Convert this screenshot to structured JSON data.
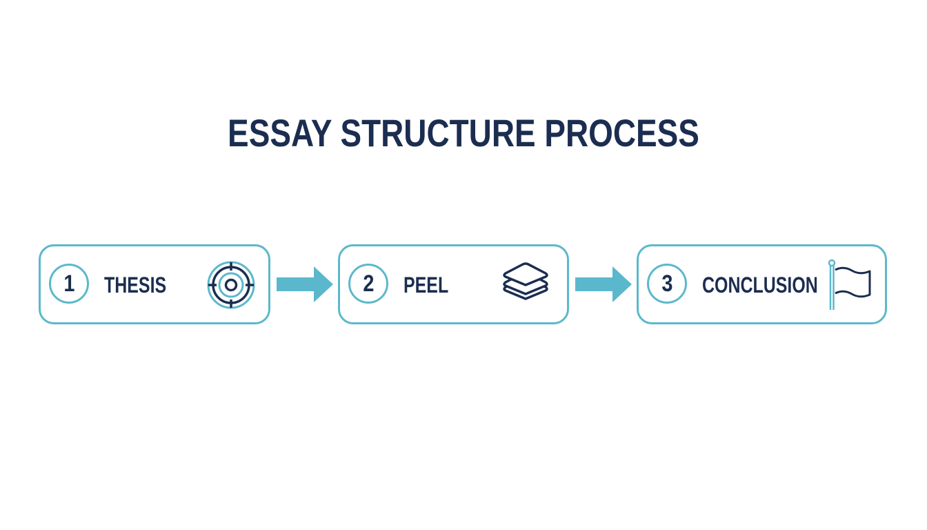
{
  "title": "ESSAY STRUCTURE PROCESS",
  "colors": {
    "navy": "#1b2d50",
    "teal": "#5bb8cc",
    "background": "#ffffff"
  },
  "steps": [
    {
      "number": "1",
      "label": "THESIS",
      "icon": "target-icon"
    },
    {
      "number": "2",
      "label": "PEEL",
      "icon": "layers-icon"
    },
    {
      "number": "3",
      "label": "CONCLUSION",
      "icon": "flag-icon"
    }
  ],
  "connectors": [
    {
      "from": "1",
      "to": "2",
      "icon": "arrow-right-icon"
    },
    {
      "from": "2",
      "to": "3",
      "icon": "arrow-right-icon"
    }
  ]
}
